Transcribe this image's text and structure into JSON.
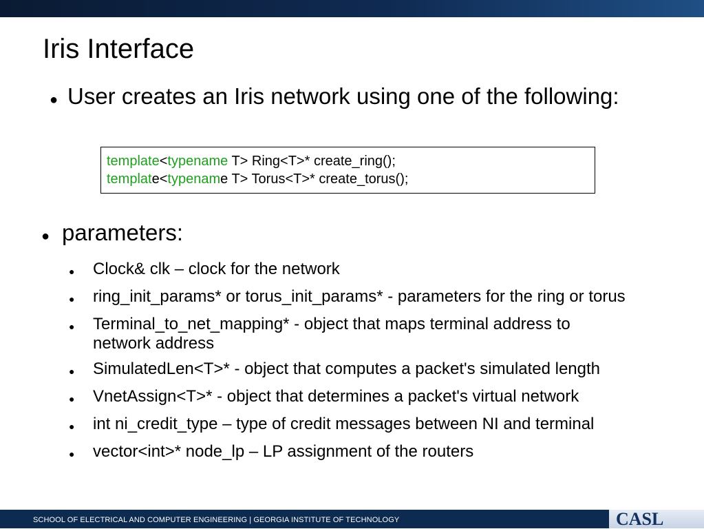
{
  "slide": {
    "title": "Iris Interface",
    "bullet_1": "User creates an Iris network using one of the following:",
    "code": {
      "line_1": {
        "kw1": "template",
        "mid1": "<",
        "kw2": "typename",
        "rest": " T> Ring<T>* create_ring();"
      },
      "line_2": {
        "kw1": "templat",
        "mid1": "e<",
        "kw2": "typenam",
        "rest": "e T> Torus<T>* create_torus();"
      },
      "keyword_color": "#1ea01e"
    },
    "bullet_2": "parameters:",
    "sub_items": [
      "Clock& clk – clock for the network",
      "ring_init_params* or torus_init_params* - parameters for the ring or torus",
      "Terminal_to_net_mapping* - object that maps terminal address to network address",
      "SimulatedLen<T>* - object that computes a packet's simulated length",
      "VnetAssign<T>* - object that determines a packet's virtual network",
      "int ni_credit_type – type of credit messages between NI and terminal",
      "vector<int>* node_lp – LP assignment of the routers"
    ]
  },
  "footer": {
    "text": "SCHOOL OF ELECTRICAL AND COMPUTER ENGINEERING | GEORGIA INSTITUTE OF TECHNOLOGY",
    "logo": "CASL"
  },
  "colors": {
    "header_bar": "#0f2a52",
    "footer_bar": "#0d2a50",
    "logo_text": "#13315e"
  }
}
